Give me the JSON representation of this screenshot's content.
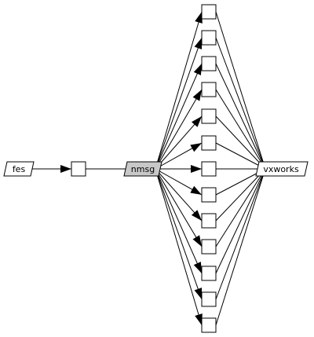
{
  "nodes": {
    "fes": {
      "label": "fes"
    },
    "nmsg": {
      "label": "nmsg"
    },
    "vxworks": {
      "label": "vxworks"
    }
  },
  "colors": {
    "background": "#ffffff",
    "stroke": "#000000",
    "highlight_fill": "#c8c8c8"
  },
  "box_count": 13
}
